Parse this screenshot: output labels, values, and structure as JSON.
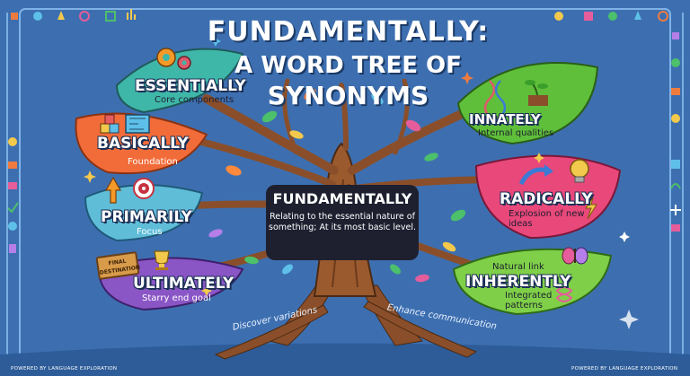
{
  "title": {
    "line1": "FUNDAMENTALLY:",
    "line2": "A WORD TREE OF",
    "line3": "SYNONYMS"
  },
  "center": {
    "word": "FUNDAMENTALLY",
    "definition": "Relating to the essential nature of something; At its most basic level."
  },
  "leaves": [
    {
      "id": "essentially",
      "word": "ESSENTIALLY",
      "note": "Core components",
      "color": "#3fb7a8"
    },
    {
      "id": "basically",
      "word": "BASICALLY",
      "note": "Foundation",
      "color": "#f26c3a"
    },
    {
      "id": "primarily",
      "word": "PRIMARILY",
      "note": "Focus",
      "color": "#5fbdd8"
    },
    {
      "id": "ultimately",
      "word": "ULTIMATELY",
      "note": "Starry end goal",
      "color": "#8a56c6"
    },
    {
      "id": "innately",
      "word": "INNATELY",
      "note": "Internal qualities",
      "color": "#5fbf3a"
    },
    {
      "id": "radically",
      "word": "RADICALLY",
      "note": "Explosion of new ideas",
      "color": "#e8487a"
    },
    {
      "id": "inherently",
      "word": "INHERENTLY",
      "note": "Integrated patterns",
      "extra": "Natural link",
      "color": "#7fd048"
    }
  ],
  "sign": {
    "line1": "FINAL",
    "line2": "DESTINATION"
  },
  "annotations": {
    "left": "Discover variations",
    "right": "Enhance communication"
  },
  "footer": {
    "left": "POWERED BY LANGUAGE EXPLORATION",
    "right": "POWERED BY LANGUAGE EXPLORATION"
  }
}
